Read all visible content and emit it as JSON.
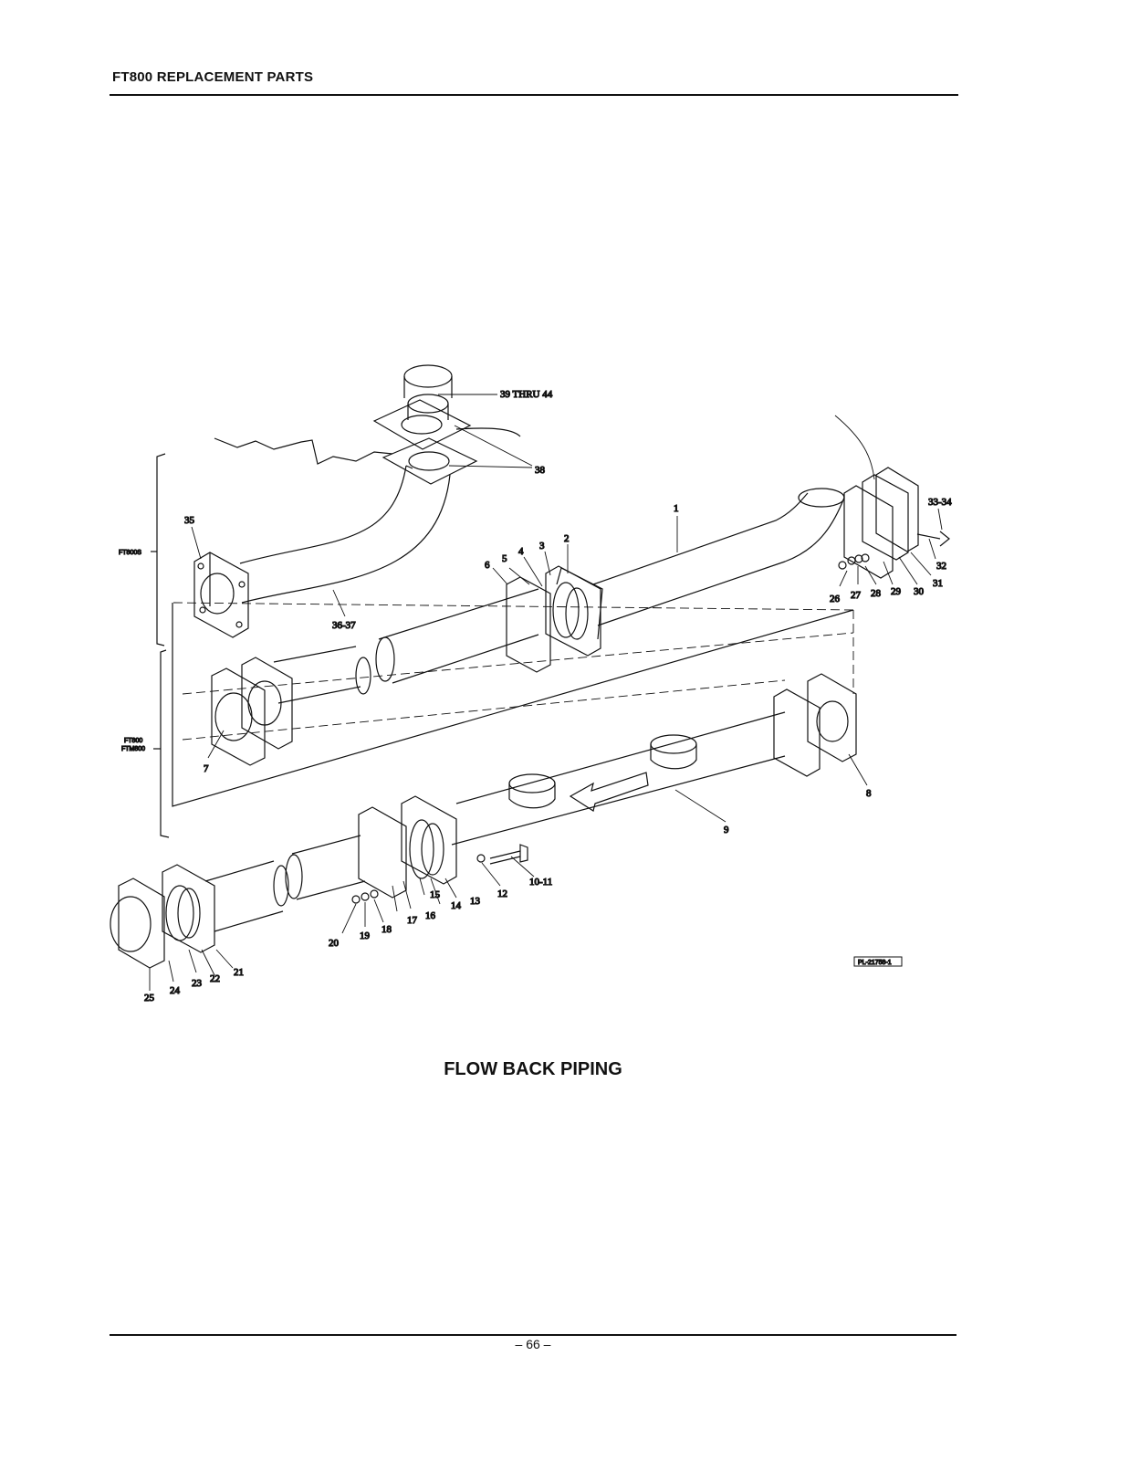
{
  "header": {
    "title": "FT800 REPLACEMENT PARTS"
  },
  "diagram": {
    "groups": {
      "ft800s": "FT800S",
      "ft800": "FT800",
      "ftm800": "FTM800"
    },
    "callouts": {
      "c1": "1",
      "c2": "2",
      "c3": "3",
      "c4": "4",
      "c5": "5",
      "c6": "6",
      "c7": "7",
      "c8": "8",
      "c9": "9",
      "c10_11": "10-11",
      "c12": "12",
      "c13": "13",
      "c14": "14",
      "c15": "15",
      "c16": "16",
      "c17": "17",
      "c18": "18",
      "c19": "19",
      "c20": "20",
      "c21": "21",
      "c22": "22",
      "c23": "23",
      "c24": "24",
      "c25": "25",
      "c26": "26",
      "c27": "27",
      "c28": "28",
      "c29": "29",
      "c30": "30",
      "c31": "31",
      "c32": "32",
      "c33_34": "33-34",
      "c35": "35",
      "c36_37": "36-37",
      "c38": "38",
      "c39_44": "39 THRU 44"
    },
    "reference": "PL-21758-1"
  },
  "caption": "FLOW BACK PIPING",
  "footer": {
    "page": "– 66 –"
  }
}
